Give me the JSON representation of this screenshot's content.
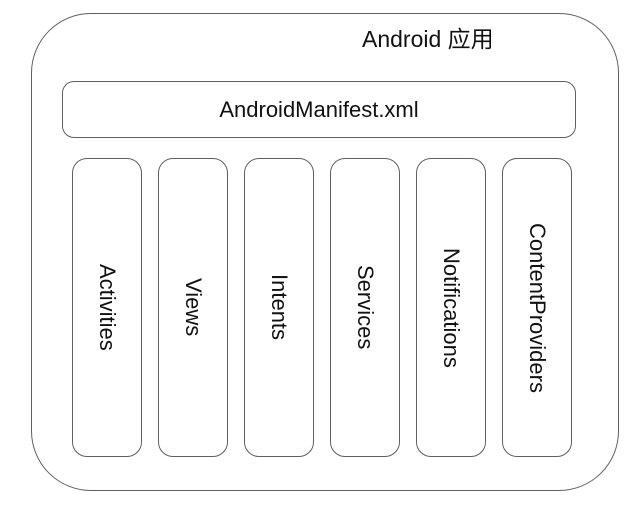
{
  "diagram": {
    "title": "Android 应用",
    "manifest": {
      "label": "AndroidManifest.xml"
    },
    "components": [
      {
        "label": "Activities"
      },
      {
        "label": "Views"
      },
      {
        "label": "Intents"
      },
      {
        "label": "Services"
      },
      {
        "label": "Notifications"
      },
      {
        "label": "ContentProviders"
      }
    ],
    "colors": {
      "stroke": "#5f5f5f",
      "text": "#111111",
      "background": "#ffffff"
    }
  }
}
